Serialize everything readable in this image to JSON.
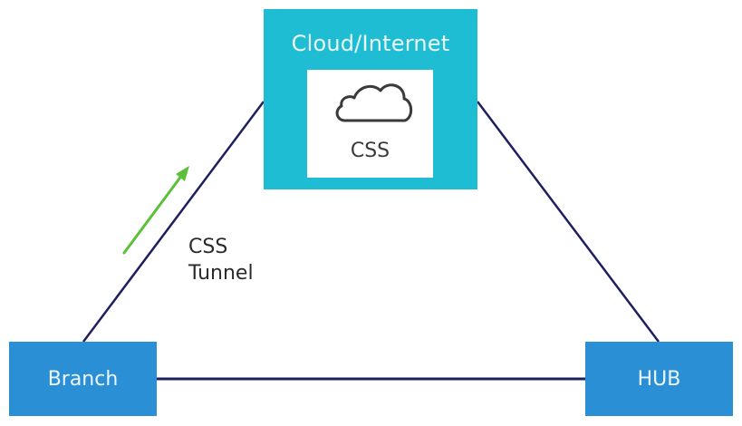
{
  "diagram": {
    "nodes": {
      "cloud": {
        "title": "Cloud/Internet",
        "inner_label": "CSS",
        "icon": "cloud-icon"
      },
      "branch": {
        "label": "Branch"
      },
      "hub": {
        "label": "HUB"
      }
    },
    "edges": [
      {
        "from": "branch",
        "to": "cloud"
      },
      {
        "from": "cloud",
        "to": "hub"
      },
      {
        "from": "branch",
        "to": "hub"
      }
    ],
    "tunnel": {
      "line1": "CSS",
      "line2": "Tunnel",
      "direction": "branch-to-cloud",
      "arrow_icon": "arrow-up-right-icon"
    },
    "colors": {
      "cloud_box": "#1fbdd3",
      "node_box": "#2a8fd4",
      "link": "#1e1f5e",
      "arrow": "#5cbf3a"
    }
  }
}
